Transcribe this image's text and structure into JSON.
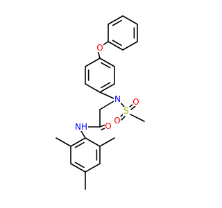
{
  "colors": {
    "bond": "#000000",
    "carbon": "#000000",
    "oxygen": "#ff0000",
    "nitrogen": "#0000ff",
    "sulfur": "#b2b200"
  },
  "atom_labels": {
    "ether_oxygen": "O",
    "sulfonamide_nitrogen": "N",
    "sulfur": "S",
    "sulfonyl_oxygen_top": "O",
    "sulfonyl_oxygen_bottom": "O",
    "carbonyl_oxygen": "O",
    "amide_nh": "NH"
  }
}
